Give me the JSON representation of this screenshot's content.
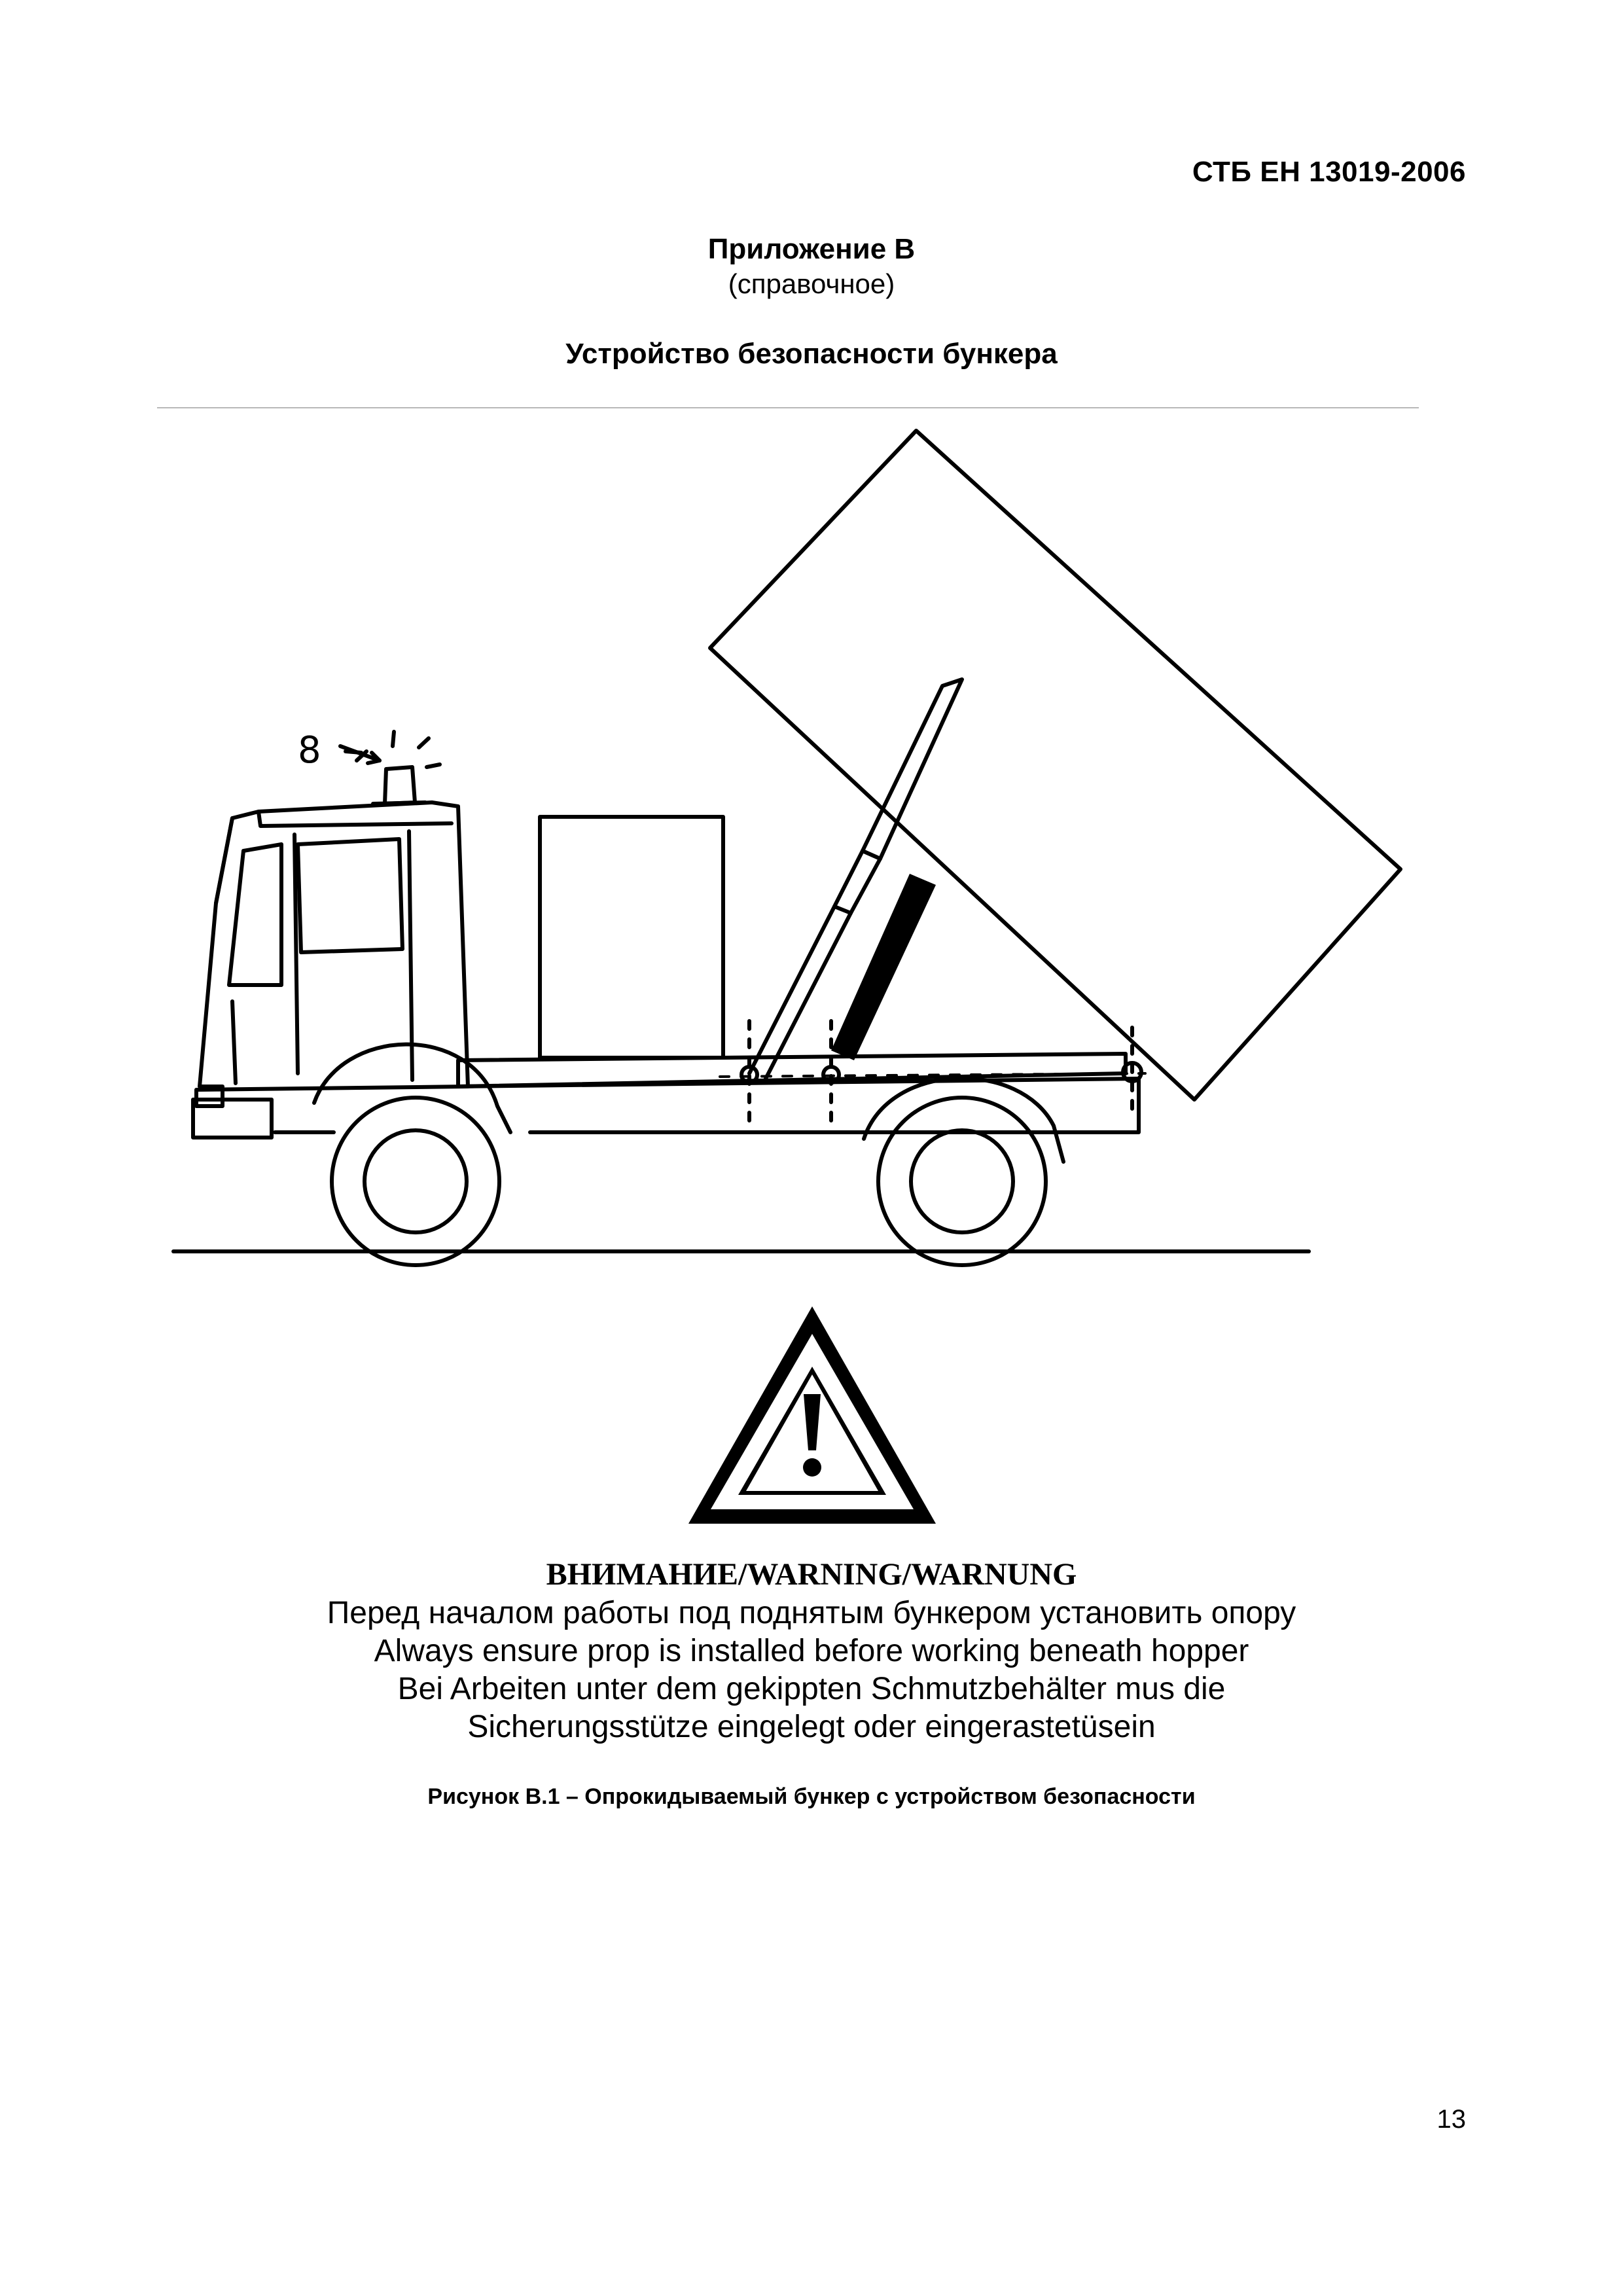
{
  "header": {
    "doc_code": "СТБ ЕН 13019-2006"
  },
  "annex": {
    "title": "Приложение B",
    "subtitle": "(справочное)"
  },
  "section": {
    "title": "Устройство безопасности бункера"
  },
  "figure": {
    "callout_label": "8",
    "icons": [
      "dump-truck-drawing",
      "warning-triangle-icon",
      "beacon-light-icon"
    ]
  },
  "warning": {
    "heading": "ВНИМАНИЕ/WARNING/WARNUNG",
    "line_ru": "Перед началом работы под поднятым бункером установить опору",
    "line_en": "Always ensure prop is installed before working beneath hopper",
    "line_de_1": "Bei Arbeiten unter dem gekippten Schmutzbehälter mus die",
    "line_de_2": "Sicherungsstütze eingelegt oder eingerastetüsein"
  },
  "caption": "Рисунок B.1 – Опрокидываемый бункер с устройством безопасности",
  "footer": {
    "page_number": "13"
  }
}
